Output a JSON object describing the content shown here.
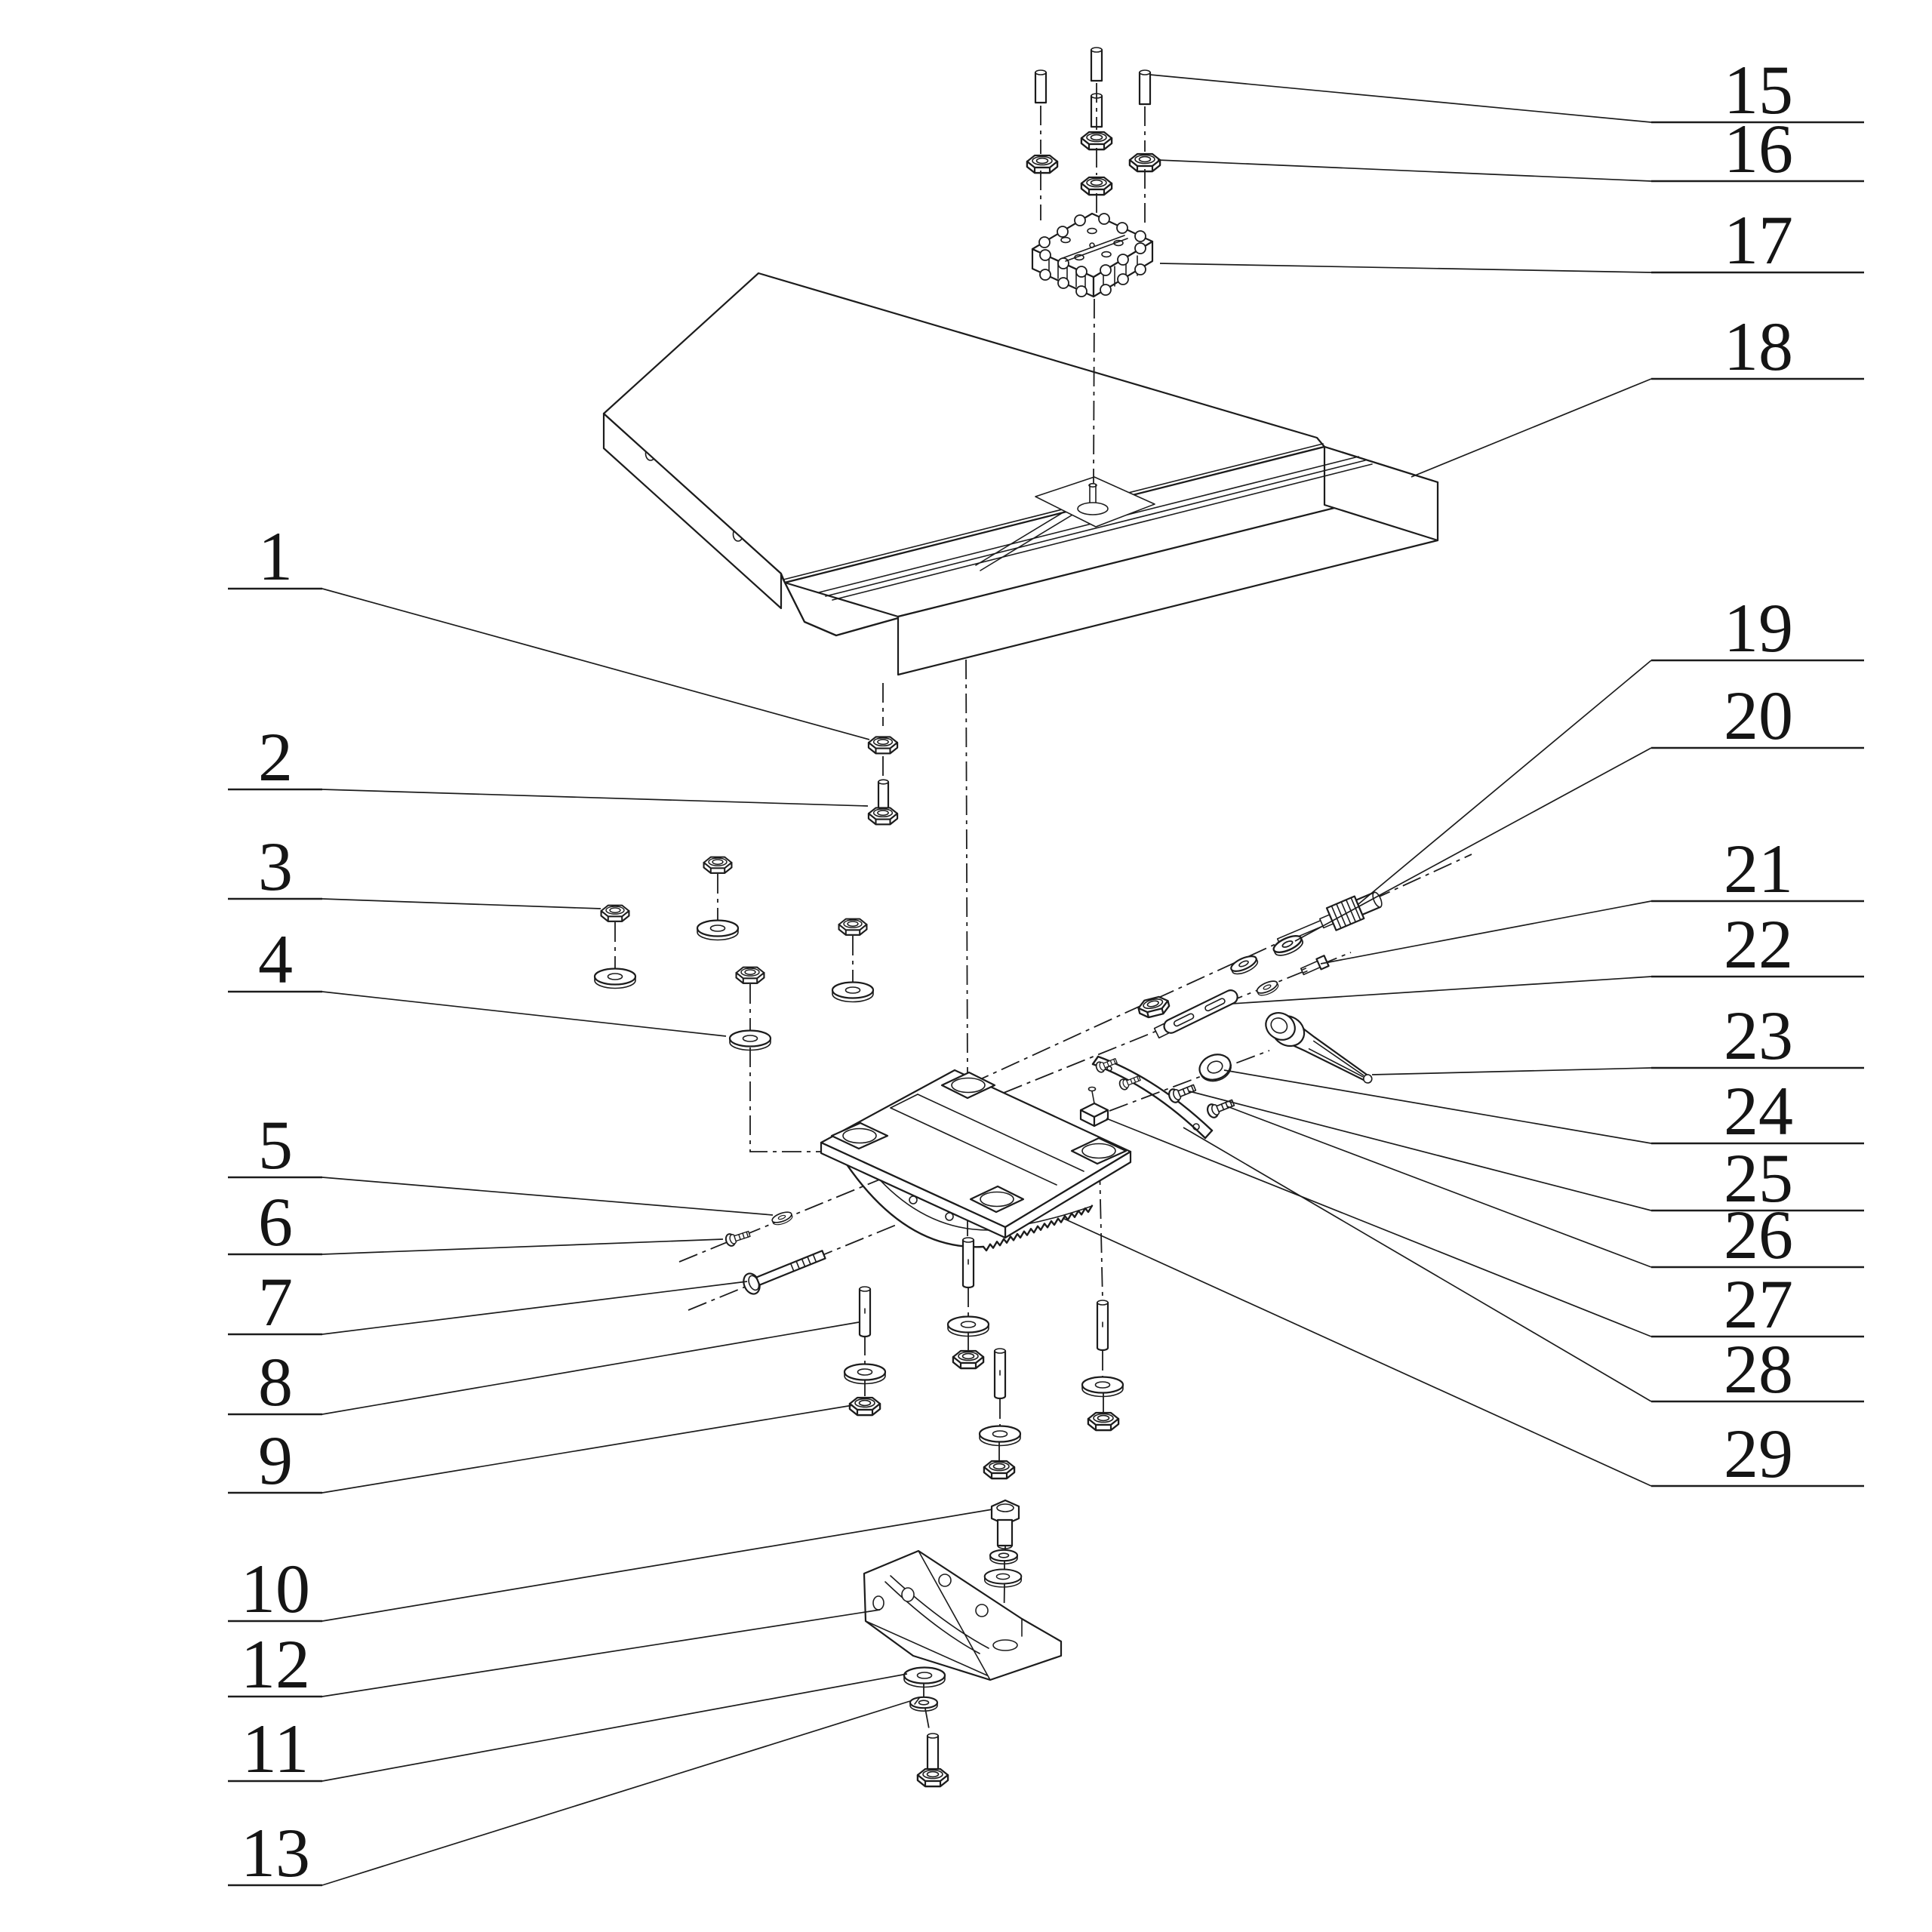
{
  "diagram": {
    "type": "exploded-assembly-parts-diagram",
    "left_callouts": [
      "1",
      "2",
      "3",
      "4",
      "5",
      "6",
      "7",
      "8",
      "9",
      "10",
      "12",
      "11",
      "13"
    ],
    "right_callouts": [
      "15",
      "16",
      "17",
      "18",
      "19",
      "20",
      "21",
      "22",
      "23",
      "24",
      "25",
      "26",
      "27",
      "28",
      "29"
    ],
    "colors": {
      "line": "#1c1c1c",
      "background": "#ffffff"
    }
  }
}
